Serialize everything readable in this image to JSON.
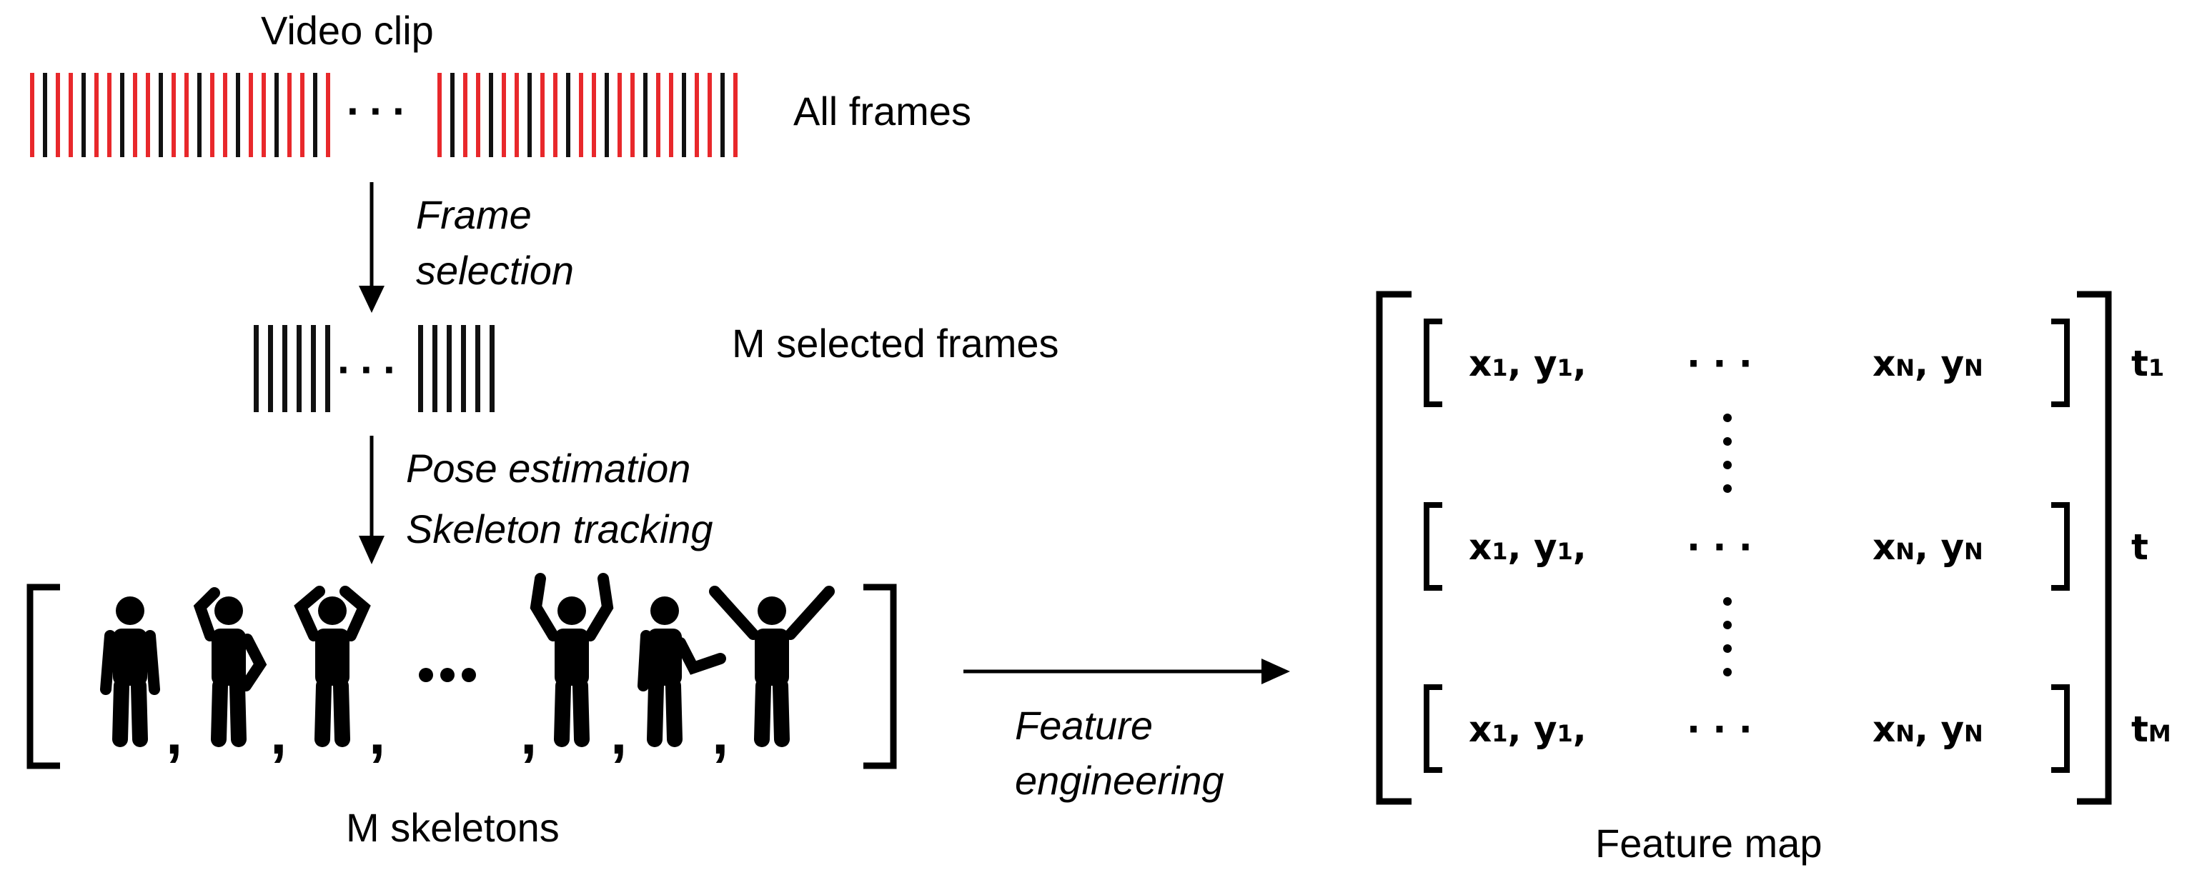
{
  "labels": {
    "video_clip": "Video clip",
    "all_frames": "All frames",
    "frame_selection_1": "Frame",
    "frame_selection_2": "selection",
    "m_selected_frames": "M selected frames",
    "pose_estimation": "Pose estimation",
    "skeleton_tracking": "Skeleton tracking",
    "m_skeletons": "M skeletons",
    "feature_engineering_1": "Feature",
    "feature_engineering_2": "engineering",
    "feature_map": "Feature map",
    "ellipsis": "···",
    "comma": ","
  },
  "matrix": {
    "first_entry": "x",
    "sub_1": "1",
    "y_entry": "y",
    "sep": ",",
    "last_x": "x",
    "sub_n": "N",
    "last_y": "y",
    "dots": "· · ·",
    "rows": [
      {
        "t": "t",
        "t_sub": "1"
      },
      {
        "t": "t",
        "t_sub": ""
      },
      {
        "t": "t",
        "t_sub": "M"
      }
    ]
  },
  "colors": {
    "red_frame": "#e8282b",
    "black_frame": "#111111",
    "ink": "#000000"
  }
}
